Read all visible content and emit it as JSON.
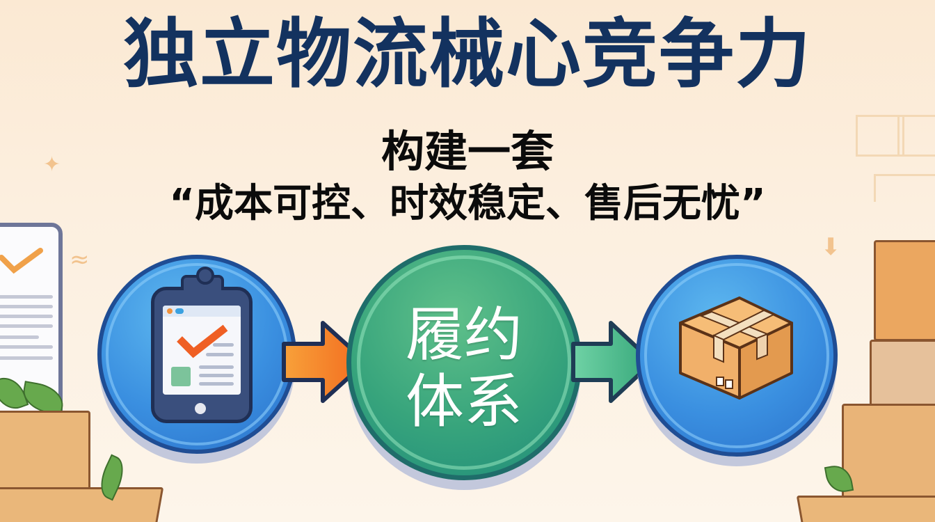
{
  "title": "独立物流械心竞争力",
  "subtitle_line1": "构建一套",
  "subtitle_line2": "“成本可控、时效稳定、售后无忧”",
  "flow": {
    "steps": [
      {
        "id": "order",
        "icon": "tablet-checklist-icon"
      },
      {
        "id": "fulfillment",
        "label_line1": "履约",
        "label_line2": "体系"
      },
      {
        "id": "delivery",
        "icon": "package-box-icon"
      }
    ],
    "arrows": [
      {
        "from": "order",
        "to": "fulfillment",
        "color": "#f47a24"
      },
      {
        "from": "fulfillment",
        "to": "delivery",
        "color": "#4dbb86"
      }
    ]
  },
  "colors": {
    "title": "#13325f",
    "subtitle": "#0b0b0b",
    "blue_circle": "#3a8fe0",
    "green_circle": "#37a47c",
    "background": "#fcefdf",
    "box": "#eab77a"
  }
}
